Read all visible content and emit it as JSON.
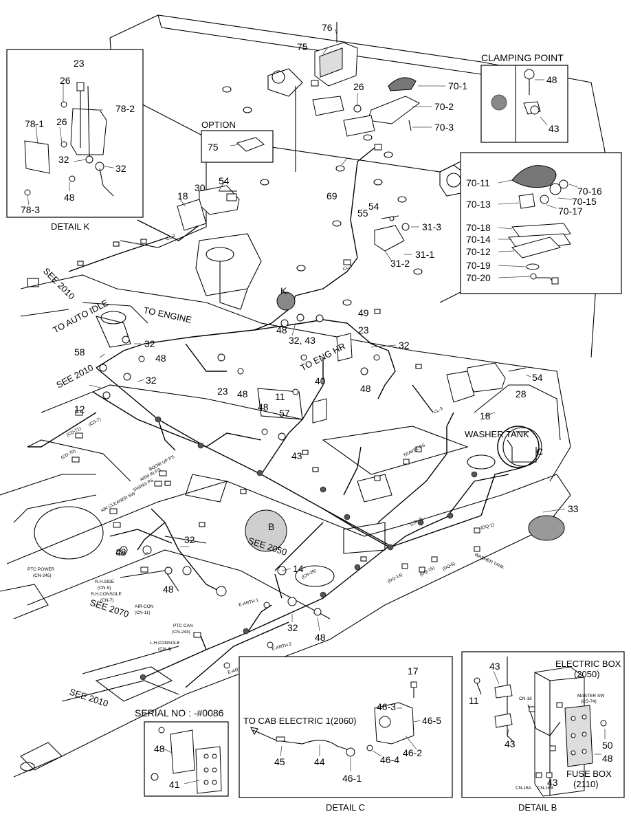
{
  "callouts": {
    "c76": "76",
    "c75a": "75",
    "c26a": "26",
    "c70_1": "70-1",
    "c70_2": "70-2",
    "c70_3": "70-3",
    "c75b": "75",
    "c54a": "54",
    "c30": "30",
    "c18a": "18",
    "c69": "69",
    "c54b": "54",
    "c55": "55",
    "c31_3": "31-3",
    "c31_1": "31-1",
    "c31_2": "31-2",
    "cK": "K",
    "c49": "49",
    "c23b": "23",
    "c32_43": "32, 43",
    "c48a": "48",
    "c32b": "32",
    "c58": "58",
    "c32c": "32",
    "c48b": "48",
    "c32d": "32",
    "c12": "12",
    "c23c": "23",
    "c48c": "48",
    "c40": "40",
    "c11": "11",
    "c48d": "48",
    "c48e": "48",
    "c57": "57",
    "c43a": "43",
    "c54c": "54",
    "c28": "28",
    "c18b": "18",
    "cC": "C",
    "c33": "33",
    "cB": "B",
    "c32e": "32",
    "c48f": "48",
    "c48g": "48",
    "c14": "14",
    "c32f": "32",
    "c48h": "48"
  },
  "text_labels": {
    "option": "OPTION",
    "to_engine": "TO ENGINE",
    "to_auto_idle": "TO AUTO IDLE",
    "see_2010_a": "SEE 2010",
    "see_2010_b": "SEE 2010",
    "see_2010_c": "SEE 2010",
    "see_2070": "SEE 2070",
    "see_2050": "SEE 2050",
    "to_eng_hr": "TO ENG HR",
    "washer_tank": "WASHER TANK",
    "ptc_power": "PTC POWER",
    "ptc_power_cn": "(CN-245)",
    "rh_side": "R.H.SIDE",
    "rh_side_cn": "(CN-5)",
    "rh_console": "R.H.CONSOLE",
    "rh_console_cn": "(CN-7)",
    "air_con": "AIR-CON",
    "air_con_cn": "(CN-11)",
    "ptc_can": "PTC CAN",
    "ptc_can_cn": "(CN-244)",
    "lh_console": "L.H.CONSOLE",
    "lh_console_cn": "(CN-4)",
    "air_cleaner_sw": "AIR CLEANER SW",
    "washer_tank_cn": "WASHER TANK",
    "serial_no": "SERIAL NO : -#0086"
  },
  "tiny_labels": {
    "t_cl1": "CL-1",
    "t_cl2": "CL-2",
    "t_cl3": "CL-3",
    "t_cd71": "(CD-71)",
    "t_cd7": "(CD-7)",
    "t_cd70": "(CD-70)",
    "t_boom": "BOOM UP PS",
    "t_arm": "ARM IN PS",
    "t_swing": "SWING PS",
    "t_travel": "TRAVEL PS",
    "t_dq1": "(DQ-1)",
    "t_dq14": "(DQ-14)",
    "t_dq15": "(DQ-15)",
    "t_dq6": "(DQ-6)",
    "t_cn29": "(CN-29)",
    "t_cd3": "(CD-3)",
    "t_eart1": "E-ARTH 1",
    "t_eart2": "E-ARTH 2",
    "t_eart3": "E-ARTH 3"
  },
  "detail_k": {
    "caption": "DETAIL K",
    "callouts": {
      "c23": "23",
      "c26a": "26",
      "c78_2": "78-2",
      "c26b": "26",
      "c78_1": "78-1",
      "c32a": "32",
      "c32b": "32",
      "c48": "48",
      "c78_3": "78-3"
    }
  },
  "clamping_point": {
    "title": "CLAMPING POINT",
    "callouts": {
      "c48": "48",
      "c43": "43"
    }
  },
  "detail_70": {
    "callouts": {
      "c70_11": "70-11",
      "c70_16": "70-16",
      "c70_15": "70-15",
      "c70_13": "70-13",
      "c70_17": "70-17",
      "c70_18": "70-18",
      "c70_14": "70-14",
      "c70_12": "70-12",
      "c70_19": "70-19",
      "c70_20": "70-20"
    }
  },
  "serial_box": {
    "callouts": {
      "c48": "48",
      "c41": "41"
    }
  },
  "detail_c": {
    "caption": "DETAIL C",
    "to_cab": "TO CAB ELECTRIC 1(2060)",
    "callouts": {
      "c17": "17",
      "c46_3": "46-3",
      "c46_5": "46-5",
      "c46_2": "46-2",
      "c45": "45",
      "c44": "44",
      "c46_4": "46-4",
      "c46_1": "46-1"
    }
  },
  "detail_b": {
    "caption": "DETAIL B",
    "electric_box": "ELECTRIC BOX",
    "electric_box_ref": "(2050)",
    "master_sw": "MASTER SW",
    "master_sw_cn": "(CS-74)",
    "fuse_box": "FUSE BOX",
    "fuse_box_ref": "(2110)",
    "cn16": "CN-16",
    "cn16a": "CN-16A",
    "cn16b": "CN-16B",
    "callouts": {
      "c43a": "43",
      "c11": "11",
      "c43b": "43",
      "c43c": "43",
      "c50": "50",
      "c48": "48"
    }
  }
}
